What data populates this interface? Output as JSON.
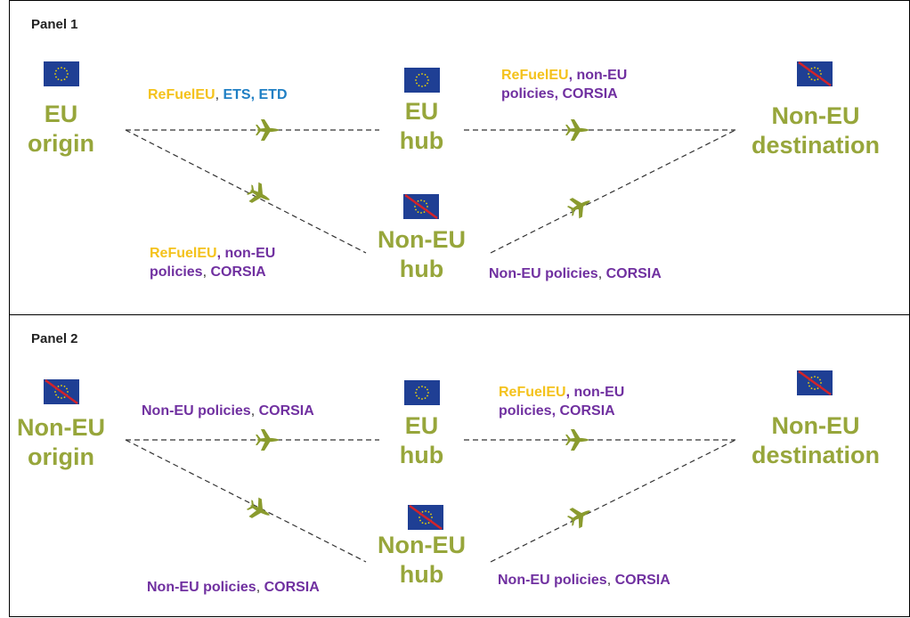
{
  "colors": {
    "node": "#97a63b",
    "refueleu": "#f4c21c",
    "ets": "#1f7fc4",
    "non_eu": "#7030a0",
    "eu_blue": "#1f3f94",
    "eu_star": "#f2d600",
    "strike": "#d2232a",
    "plane": "#8a9b2e"
  },
  "icons": [
    "eu-flag-icon",
    "non-eu-flag-icon",
    "airplane-icon"
  ],
  "panel1": {
    "title": "Panel 1",
    "origin": [
      "EU",
      "origin"
    ],
    "eu_hub": [
      "EU",
      "hub"
    ],
    "non_eu_hub": [
      "Non-EU",
      "hub"
    ],
    "destination": [
      "Non-EU",
      "destination"
    ],
    "label_origin_euhub": {
      "a": "ReFuelEU",
      "b": ",",
      "c": "ETS, ETD"
    },
    "label_euhub_dest": {
      "a": "ReFuelEU",
      "b": ", non-EU",
      "c": "policies",
      "d": ", CORSIA"
    },
    "label_origin_noneuhub": {
      "a": "ReFuelEU",
      "b": ", non-EU",
      "c": "policies",
      "d": ", ",
      "e": "CORSIA"
    },
    "label_noneuhub_dest": {
      "a": "Non-EU policies",
      "b": ", ",
      "c": "CORSIA"
    }
  },
  "panel2": {
    "title": "Panel 2",
    "origin": [
      "Non-EU",
      "origin"
    ],
    "eu_hub": [
      "EU",
      "hub"
    ],
    "non_eu_hub": [
      "Non-EU",
      "hub"
    ],
    "destination": [
      "Non-EU",
      "destination"
    ],
    "label_origin_euhub": {
      "a": "Non-EU policies",
      "b": ", ",
      "c": "CORSIA"
    },
    "label_euhub_dest": {
      "a": "ReFuelEU",
      "b": ", non-EU",
      "c": "policies",
      "d": ", CORSIA"
    },
    "label_origin_noneuhub": {
      "a": "Non-EU policies",
      "b": ", ",
      "c": "CORSIA"
    },
    "label_noneuhub_dest": {
      "a": "Non-EU policies",
      "b": ", ",
      "c": "CORSIA"
    }
  }
}
